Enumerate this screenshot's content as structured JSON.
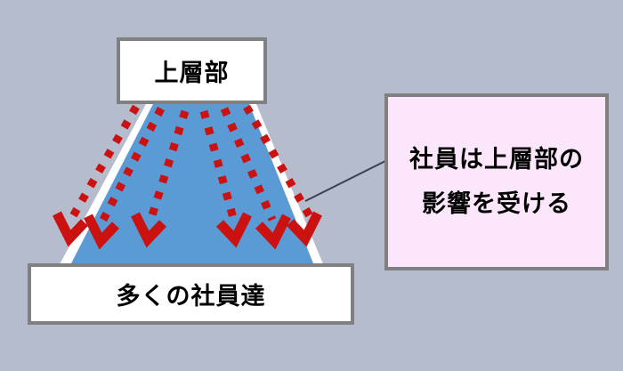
{
  "diagram": {
    "type": "influence-flow-diagram",
    "background_color": "#b5bccd",
    "top_box": {
      "label": "上層部",
      "fill": "#ffffff",
      "border": "#808080"
    },
    "bottom_box": {
      "label": "多くの社員達",
      "fill": "#ffffff",
      "border": "#808080"
    },
    "callout_box": {
      "line1": "社員は上層部の",
      "line2": "影響を受ける",
      "fill": "#fce6fb",
      "border": "#808080"
    },
    "funnel": {
      "fill": "#5b9bd5",
      "edge": "#ffffff",
      "description": "blue trapezoid spreading downward from the top box to the bottom box"
    },
    "arrows": {
      "count": 6,
      "color": "#cc1111",
      "style": "dotted-with-chevron-head",
      "direction": "downward-and-outward"
    },
    "connector_line": {
      "color": "#3b4252",
      "from": "callout-box-left-edge",
      "to": "funnel-right-edge"
    }
  }
}
